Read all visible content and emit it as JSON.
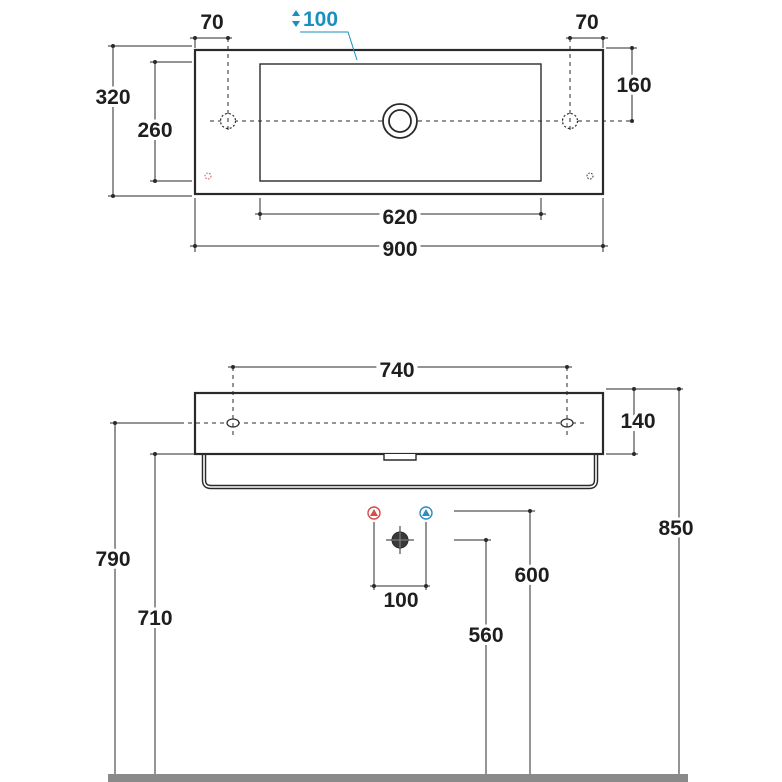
{
  "top_view": {
    "width": "900",
    "depth": "320",
    "basin_width": "620",
    "basin_depth": "260",
    "hole_offset_left": "70",
    "hole_offset_right": "70",
    "hole_center_depth": "160",
    "waste_dimension": "100"
  },
  "front_view": {
    "fixing_spacing": "740",
    "basin_height": "140",
    "top_height": "850",
    "fixing_height": "790",
    "underside_height": "710",
    "supply_height": "600",
    "waste_height": "560",
    "supply_spacing": "100"
  },
  "colors": {
    "hot": "#d94a4a",
    "cold": "#2a8fc0",
    "waste_label": "#1a8fc0",
    "floor": "#8a8a8a"
  },
  "icons": {
    "hot_supply": "triangle-up-icon",
    "cold_supply": "triangle-up-icon",
    "waste_outlet": "crosshair-circle-icon",
    "waste_arrow": "up-down-arrow-icon"
  }
}
